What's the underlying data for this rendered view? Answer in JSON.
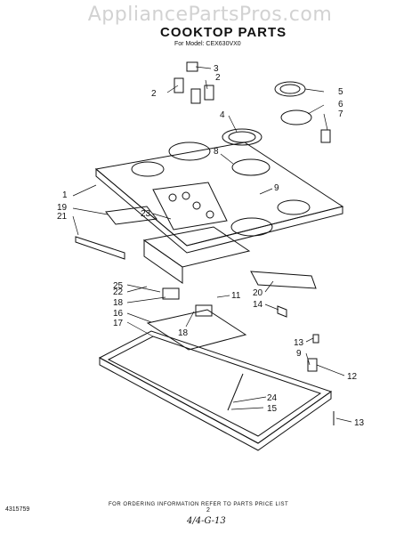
{
  "watermark": "AppliancePartsPros.com",
  "title": "COOKTOP PARTS",
  "model_line": "For Model: CEX630VX0",
  "footer": "FOR ORDERING INFORMATION REFER TO PARTS PRICE LIST",
  "doc_number": "4315759",
  "page_number": "2",
  "handwritten_note": "4/4-G-13",
  "callouts": {
    "c1": "1",
    "c2a": "2",
    "c2b": "2",
    "c3": "3",
    "c4": "4",
    "c5": "5",
    "c6": "6",
    "c7": "7",
    "c8": "8",
    "c9a": "9",
    "c9b": "9",
    "c11": "11",
    "c12": "12",
    "c13a": "13",
    "c13b": "13",
    "c14": "14",
    "c15": "15",
    "c16": "16",
    "c17": "17",
    "c18a": "18",
    "c18b": "18",
    "c19": "19",
    "c20": "20",
    "c21": "21",
    "c22": "22",
    "c23": "23",
    "c24": "24",
    "c25": "25"
  }
}
